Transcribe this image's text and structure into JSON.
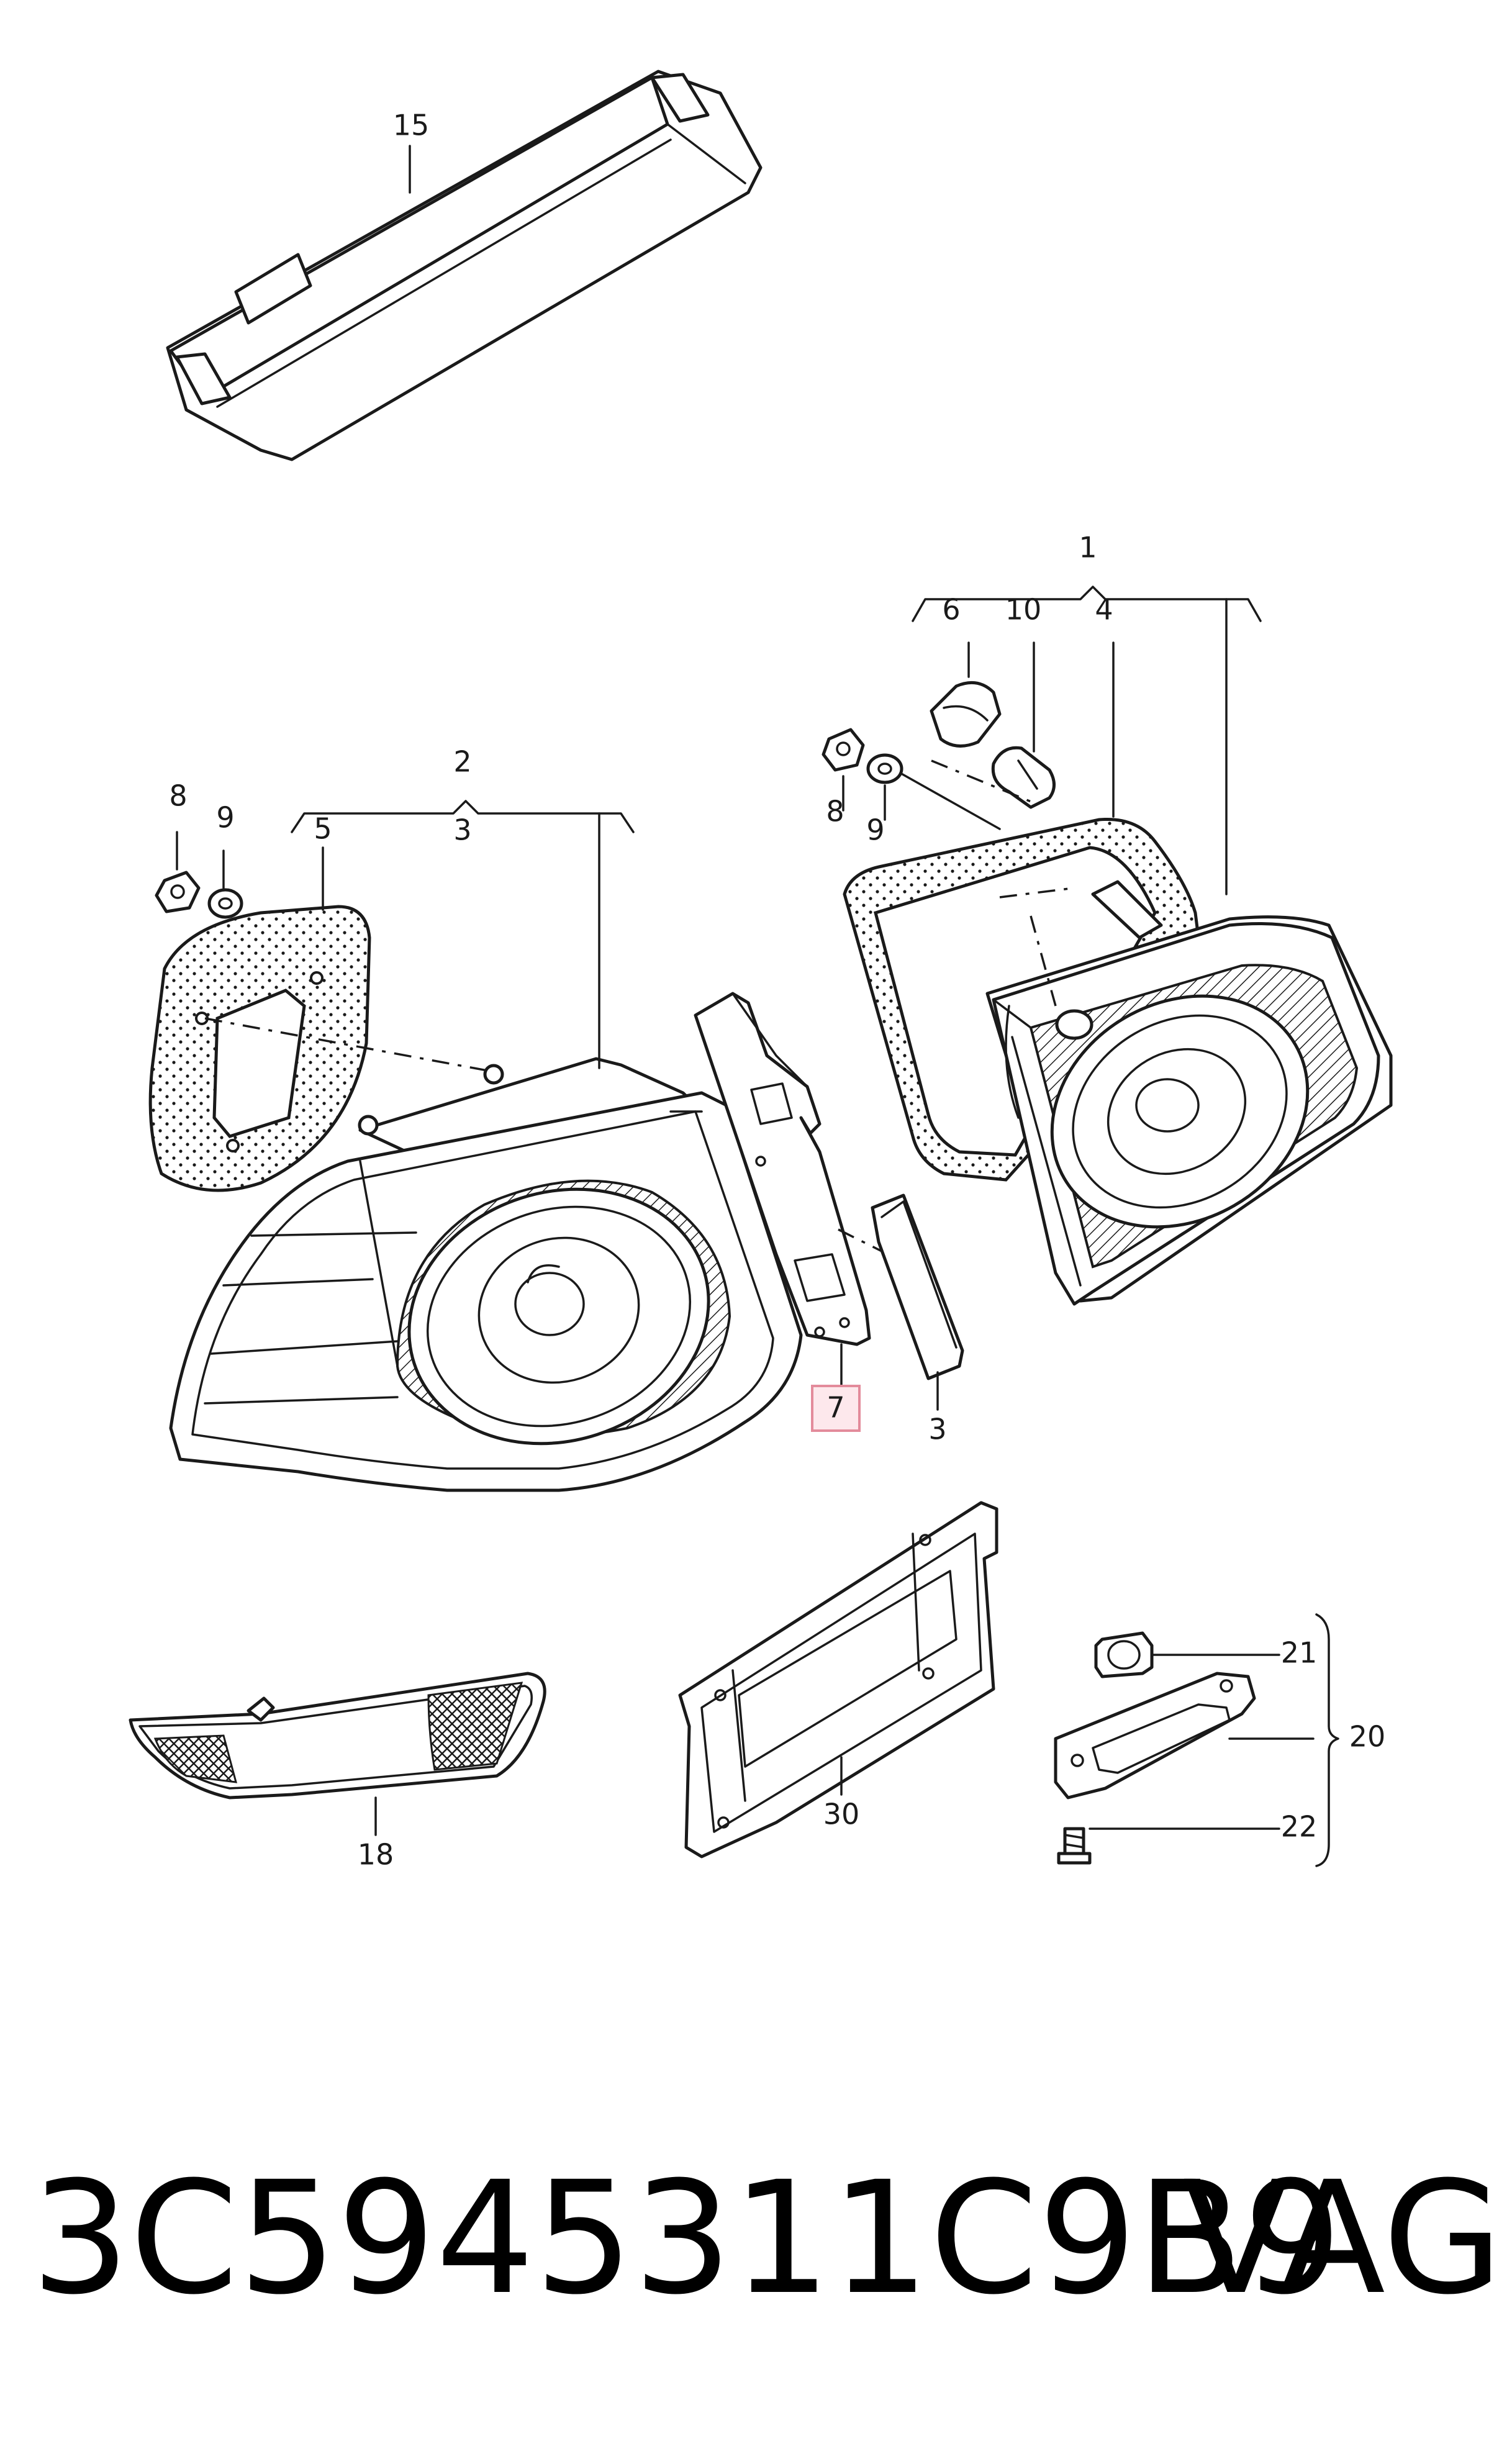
{
  "callouts": {
    "c15": "15",
    "c1": "1",
    "c6": "6",
    "c10": "10",
    "c4": "4",
    "c8a": "8",
    "c9a": "9",
    "c8b": "8",
    "c9b": "9",
    "c2": "2",
    "c5": "5",
    "c3a": "3",
    "c7": "7",
    "c3b": "3",
    "c21": "21",
    "c20": "20",
    "c22": "22",
    "c18": "18",
    "c30": "30"
  },
  "highlight": {
    "label": "7",
    "color": "#e38b9b",
    "fill": "#fde8ec"
  },
  "footer": {
    "part_number": "3C5945311C9B9",
    "brand": "VAG"
  }
}
